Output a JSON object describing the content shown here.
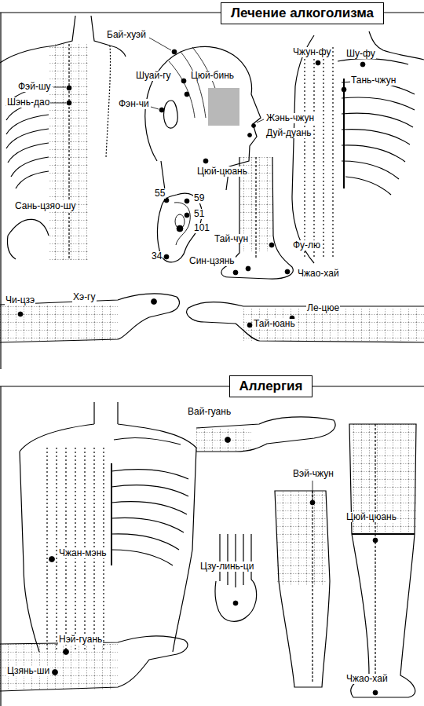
{
  "diagram": {
    "nodes": [
      {
        "text": [
          "Лечение алкоголизма"
        ]
      },
      {
        "text": [
          "Аллергия"
        ]
      }
    ],
    "labels": [
      "Бай-хуэй",
      "Чжун-фу",
      "Шу-фу",
      "Шуай-гу",
      "Цюй-бинь",
      "Фэй-шу",
      "Тань-чжун",
      "Шэнь-дао",
      "Фэн-чи",
      "Жэнь-чжун",
      "Дуй-дуань",
      "Цюй-цюань",
      "Сань-цзяо-шу",
      "55",
      "59",
      "51",
      "101",
      "34",
      "Тай-чун",
      "Фу-лю",
      "Син-цзянь",
      "Чжао-хай",
      "Чи-цзэ",
      "Хэ-гу",
      "Ле-цюе",
      "Тай-юань",
      "Вай-гуань",
      "Вэй-чжун",
      "Цюй-цюань",
      "Чжан-мэнь",
      "Цзу-линь-ци",
      "Нэй-гуань",
      "Цзянь-ши",
      "Чжао-хай"
    ]
  }
}
